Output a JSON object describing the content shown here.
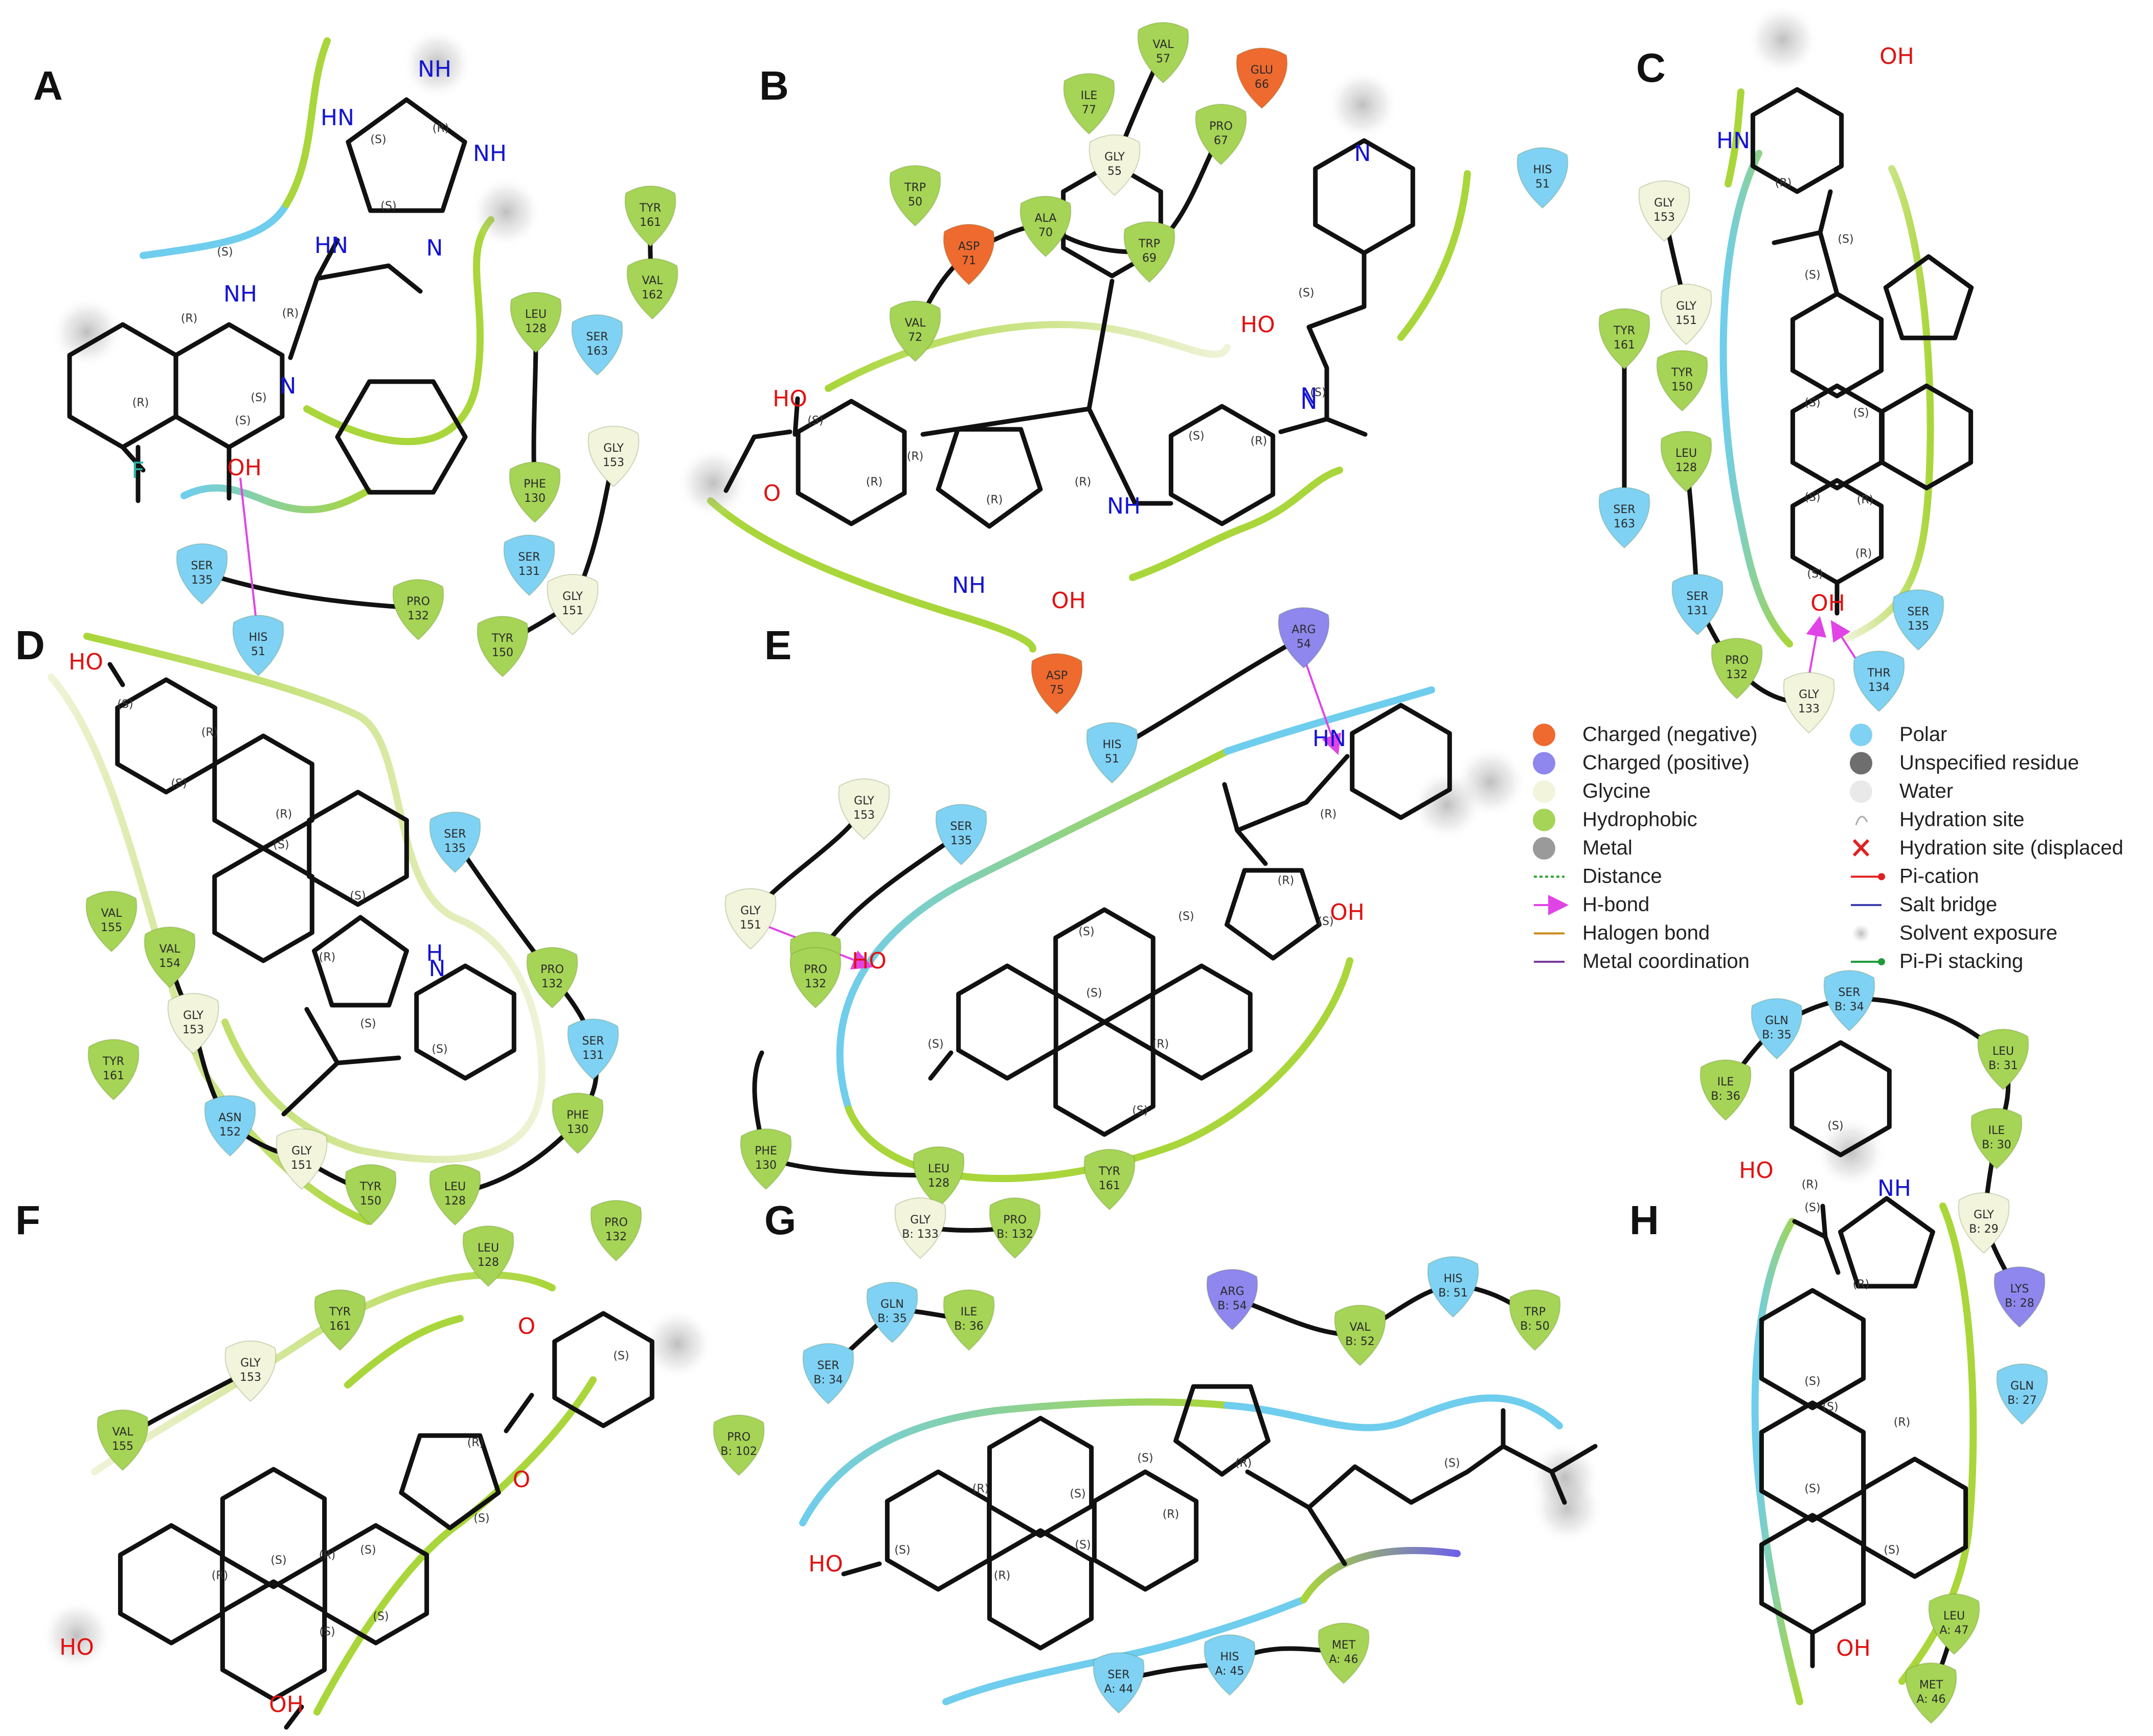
{
  "panels": [
    {
      "letter": "A",
      "residues": [
        {
          "name": "SER",
          "num": "135",
          "type": "polar"
        },
        {
          "name": "HIS",
          "num": "51",
          "type": "polar"
        },
        {
          "name": "PRO",
          "num": "132",
          "type": "hydrophobic"
        },
        {
          "name": "SER",
          "num": "131",
          "type": "polar"
        },
        {
          "name": "PHE",
          "num": "130",
          "type": "hydrophobic"
        },
        {
          "name": "LEU",
          "num": "128",
          "type": "hydrophobic"
        },
        {
          "name": "TYR",
          "num": "150",
          "type": "hydrophobic"
        },
        {
          "name": "GLY",
          "num": "151",
          "type": "glycine"
        },
        {
          "name": "GLY",
          "num": "153",
          "type": "glycine"
        },
        {
          "name": "SER",
          "num": "163",
          "type": "polar"
        },
        {
          "name": "VAL",
          "num": "162",
          "type": "hydrophobic"
        },
        {
          "name": "TYR",
          "num": "161",
          "type": "hydrophobic"
        }
      ],
      "atoms": [
        "NH",
        "HN",
        "NH",
        "N",
        "HN",
        "NH",
        "N",
        "OH",
        "F"
      ],
      "stereo": [
        "(R)",
        "(S)",
        "(S)",
        "(S)",
        "(R)",
        "(R)",
        "(S)",
        "(S)",
        "(R)"
      ]
    },
    {
      "letter": "B",
      "residues": [
        {
          "name": "VAL",
          "num": "57",
          "type": "hydrophobic"
        },
        {
          "name": "GLU",
          "num": "66",
          "type": "negative"
        },
        {
          "name": "ILE",
          "num": "77",
          "type": "hydrophobic"
        },
        {
          "name": "GLY",
          "num": "55",
          "type": "glycine"
        },
        {
          "name": "PRO",
          "num": "67",
          "type": "hydrophobic"
        },
        {
          "name": "TRP",
          "num": "50",
          "type": "hydrophobic"
        },
        {
          "name": "ALA",
          "num": "70",
          "type": "hydrophobic"
        },
        {
          "name": "TRP",
          "num": "69",
          "type": "hydrophobic"
        },
        {
          "name": "ASP",
          "num": "71",
          "type": "negative"
        },
        {
          "name": "VAL",
          "num": "72",
          "type": "hydrophobic"
        },
        {
          "name": "HIS",
          "num": "51",
          "type": "polar"
        },
        {
          "name": "ASP",
          "num": "75",
          "type": "negative"
        }
      ],
      "atoms": [
        "N",
        "N",
        "HO",
        "HO",
        "N",
        "NH",
        "NH",
        "OH",
        "O"
      ],
      "stereo": [
        "(S)",
        "(R)",
        "(R)",
        "(R)",
        "(R)",
        "(S)",
        "(R)",
        "(S)",
        "(S)"
      ]
    },
    {
      "letter": "C",
      "residues": [
        {
          "name": "GLY",
          "num": "153",
          "type": "glycine"
        },
        {
          "name": "GLY",
          "num": "151",
          "type": "glycine"
        },
        {
          "name": "TYR",
          "num": "161",
          "type": "hydrophobic"
        },
        {
          "name": "TYR",
          "num": "150",
          "type": "hydrophobic"
        },
        {
          "name": "LEU",
          "num": "128",
          "type": "hydrophobic"
        },
        {
          "name": "SER",
          "num": "163",
          "type": "polar"
        },
        {
          "name": "SER",
          "num": "131",
          "type": "polar"
        },
        {
          "name": "PRO",
          "num": "132",
          "type": "hydrophobic"
        },
        {
          "name": "GLY",
          "num": "133",
          "type": "glycine"
        },
        {
          "name": "THR",
          "num": "134",
          "type": "polar"
        },
        {
          "name": "SER",
          "num": "135",
          "type": "polar"
        }
      ],
      "atoms": [
        "OH",
        "HN",
        "OH"
      ],
      "stereo": [
        "(S)",
        "(R)",
        "(S)",
        "(S)",
        "(R)",
        "(S)",
        "(R)",
        "(S)",
        "(S)"
      ]
    },
    {
      "letter": "D",
      "residues": [
        {
          "name": "VAL",
          "num": "155",
          "type": "hydrophobic"
        },
        {
          "name": "VAL",
          "num": "154",
          "type": "hydrophobic"
        },
        {
          "name": "GLY",
          "num": "153",
          "type": "glycine"
        },
        {
          "name": "TYR",
          "num": "161",
          "type": "hydrophobic"
        },
        {
          "name": "ASN",
          "num": "152",
          "type": "polar"
        },
        {
          "name": "GLY",
          "num": "151",
          "type": "glycine"
        },
        {
          "name": "TYR",
          "num": "150",
          "type": "hydrophobic"
        },
        {
          "name": "SER",
          "num": "135",
          "type": "polar"
        },
        {
          "name": "PRO",
          "num": "132",
          "type": "hydrophobic"
        },
        {
          "name": "SER",
          "num": "131",
          "type": "polar"
        },
        {
          "name": "PHE",
          "num": "130",
          "type": "hydrophobic"
        },
        {
          "name": "LEU",
          "num": "128",
          "type": "hydrophobic"
        },
        {
          "name": "LEU",
          "num": "128",
          "type": "hydrophobic"
        },
        {
          "name": "PRO",
          "num": "132",
          "type": "hydrophobic"
        }
      ],
      "atoms": [
        "HO",
        "N",
        "H"
      ],
      "stereo": [
        "(S)",
        "(R)",
        "(S)",
        "(S)",
        "(R)",
        "(S)",
        "(R)",
        "(S)",
        "(S)"
      ]
    },
    {
      "letter": "E",
      "residues": [
        {
          "name": "ARG",
          "num": "54",
          "type": "positive"
        },
        {
          "name": "HIS",
          "num": "51",
          "type": "polar"
        },
        {
          "name": "GLY",
          "num": "153",
          "type": "glycine"
        },
        {
          "name": "SER",
          "num": "135",
          "type": "polar"
        },
        {
          "name": "GLY",
          "num": "151",
          "type": "glycine"
        },
        {
          "name": "TYR",
          "num": "150",
          "type": "hydrophobic"
        },
        {
          "name": "PRO",
          "num": "132",
          "type": "hydrophobic"
        },
        {
          "name": "PHE",
          "num": "130",
          "type": "hydrophobic"
        },
        {
          "name": "LEU",
          "num": "128",
          "type": "hydrophobic"
        },
        {
          "name": "TYR",
          "num": "161",
          "type": "hydrophobic"
        }
      ],
      "atoms": [
        "HN",
        "OH",
        "HO"
      ],
      "stereo": [
        "(S)",
        "(S)",
        "(S)",
        "(R)",
        "(S)",
        "(S)",
        "(R)",
        "(S)",
        "(R)"
      ]
    },
    {
      "letter": "F",
      "residues": [
        {
          "name": "TYR",
          "num": "161",
          "type": "hydrophobic"
        },
        {
          "name": "GLY",
          "num": "153",
          "type": "glycine"
        },
        {
          "name": "VAL",
          "num": "155",
          "type": "hydrophobic"
        }
      ],
      "atoms": [
        "O",
        "O",
        "HO",
        "OH"
      ],
      "stereo": [
        "(R)",
        "(S)",
        "(R)",
        "(S)",
        "(S)",
        "(S)",
        "(R)",
        "(S)",
        "(S)"
      ]
    },
    {
      "letter": "G",
      "residues": [
        {
          "name": "GLY",
          "num": "B: 133",
          "type": "glycine"
        },
        {
          "name": "PRO",
          "num": "B: 132",
          "type": "hydrophobic"
        },
        {
          "name": "GLN",
          "num": "B: 35",
          "type": "polar"
        },
        {
          "name": "ILE",
          "num": "B: 36",
          "type": "hydrophobic"
        },
        {
          "name": "SER",
          "num": "B: 34",
          "type": "polar"
        },
        {
          "name": "PRO",
          "num": "B: 102",
          "type": "hydrophobic"
        },
        {
          "name": "ARG",
          "num": "B: 54",
          "type": "positive"
        },
        {
          "name": "VAL",
          "num": "B: 52",
          "type": "hydrophobic"
        },
        {
          "name": "HIS",
          "num": "B: 51",
          "type": "polar"
        },
        {
          "name": "TRP",
          "num": "B: 50",
          "type": "hydrophobic"
        },
        {
          "name": "SER",
          "num": "A: 44",
          "type": "polar"
        },
        {
          "name": "HIS",
          "num": "A: 45",
          "type": "polar"
        },
        {
          "name": "MET",
          "num": "A: 46",
          "type": "hydrophobic"
        }
      ],
      "atoms": [
        "HO"
      ],
      "stereo": [
        "(S)",
        "(R)",
        "(R)",
        "(S)",
        "(S)",
        "(R)",
        "(S)",
        "(R)",
        "(S)"
      ]
    },
    {
      "letter": "H",
      "residues": [
        {
          "name": "SER",
          "num": "B: 34",
          "type": "polar"
        },
        {
          "name": "GLN",
          "num": "B: 35",
          "type": "polar"
        },
        {
          "name": "ILE",
          "num": "B: 36",
          "type": "hydrophobic"
        },
        {
          "name": "LEU",
          "num": "B: 31",
          "type": "hydrophobic"
        },
        {
          "name": "ILE",
          "num": "B: 30",
          "type": "hydrophobic"
        },
        {
          "name": "GLY",
          "num": "B: 29",
          "type": "glycine"
        },
        {
          "name": "LYS",
          "num": "B: 28",
          "type": "positive"
        },
        {
          "name": "GLN",
          "num": "B: 27",
          "type": "polar"
        },
        {
          "name": "LEU",
          "num": "A: 47",
          "type": "hydrophobic"
        },
        {
          "name": "MET",
          "num": "A: 46",
          "type": "hydrophobic"
        }
      ],
      "atoms": [
        "HO",
        "NH",
        "OH"
      ],
      "stereo": [
        "(S)",
        "(R)",
        "(S)",
        "(R)",
        "(S)",
        "(S)",
        "(S)",
        "(R)",
        "(S)"
      ]
    }
  ],
  "legend": {
    "items": [
      {
        "label": "Charged (negative)",
        "kind": "negative"
      },
      {
        "label": "Polar",
        "kind": "polar"
      },
      {
        "label": "Charged (positive)",
        "kind": "positive"
      },
      {
        "label": "Unspecified residue",
        "kind": "unspecified"
      },
      {
        "label": "Glycine",
        "kind": "glycine"
      },
      {
        "label": "Water",
        "kind": "water"
      },
      {
        "label": "Hydrophobic",
        "kind": "hydrophobic"
      },
      {
        "label": "Hydration site",
        "kind": "hydration"
      },
      {
        "label": "Metal",
        "kind": "metal"
      },
      {
        "label": "Hydration site (displaced",
        "kind": "displaced"
      },
      {
        "label": "Distance",
        "kind": "distance"
      },
      {
        "label": "Pi-cation",
        "kind": "pication"
      },
      {
        "label": "H-bond",
        "kind": "hbond"
      },
      {
        "label": "Salt bridge",
        "kind": "saltbridge"
      },
      {
        "label": "Halogen bond",
        "kind": "halogen"
      },
      {
        "label": "Solvent exposure",
        "kind": "solvent"
      },
      {
        "label": "Metal coordination",
        "kind": "metalcoord"
      },
      {
        "label": "Pi-Pi stacking",
        "kind": "pipi"
      }
    ]
  },
  "colors": {
    "negative": "#ef6a2f",
    "positive": "#8f87ee",
    "polar": "#7fd2f4",
    "hydrophobic": "#a6d456",
    "glycine": "#f2f4dc",
    "unspecified": "#6e6e6e",
    "water": "#e9e9e9",
    "hbond": "#e044e6",
    "pocket_green": "#a9d63a",
    "pocket_blue": "#6fcdee",
    "nitrogen": "#1414d2",
    "oxygen": "#e01212",
    "fluorine": "#2bb3a8"
  }
}
